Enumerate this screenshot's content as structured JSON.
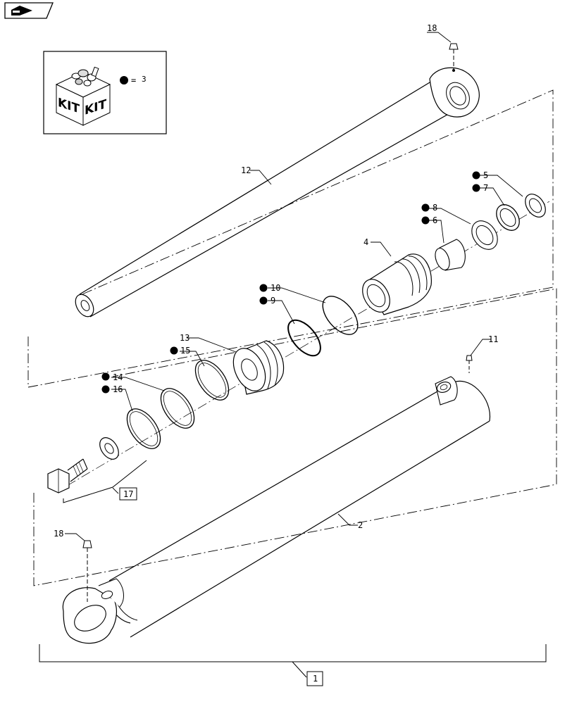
{
  "nav": {
    "icon": "return-arrow-icon"
  },
  "kit_box": {
    "label_left": "KIT",
    "label_right": "KIT",
    "legend_equals": "=",
    "legend_ref": "3"
  },
  "callouts": {
    "c1": "1",
    "c2": "2",
    "c4": "4",
    "c5": "5",
    "c6": "6",
    "c7": "7",
    "c8": "8",
    "c9": "9",
    "c10": "10",
    "c11": "11",
    "c12": "12",
    "c13": "13",
    "c14": "14",
    "c15": "15",
    "c16": "16",
    "c17": "17",
    "c18_top": "18",
    "c18_bottom": "18"
  },
  "colors": {
    "line": "#000000",
    "background": "#ffffff",
    "kit_dot": "#000000"
  }
}
